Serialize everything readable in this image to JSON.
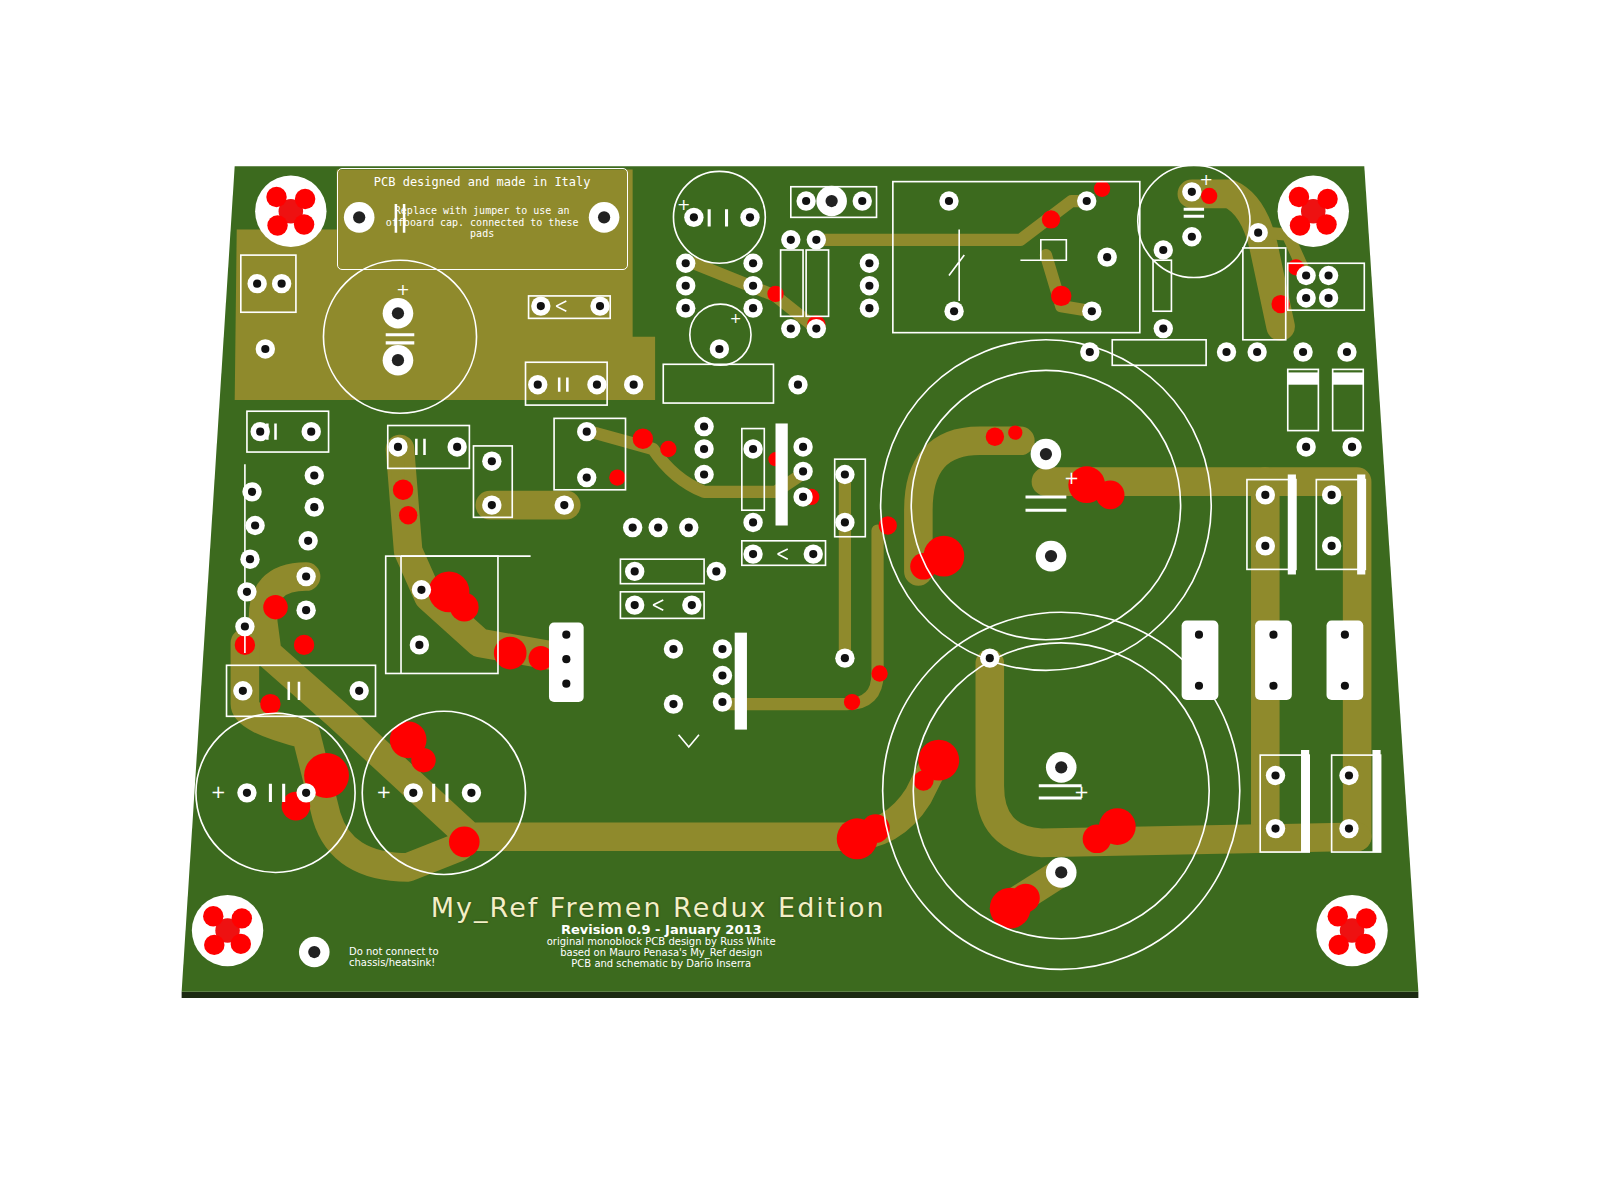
{
  "diagram": {
    "title": "My_Ref Fremen Redux Edition",
    "nodes": [
      {
        "text": [
          "PCB designed and made in Italy",
          "Replace with jumper to use an offboard cap. connected to these pads"
        ]
      }
    ],
    "labels": [
      "Revision 0.9 - January 2013",
      "original monoblock PCB design by Russ White",
      "based on Mauro Penasa's My_Ref design",
      "PCB and schematic by Dario Inserra",
      "Do not connect to chassis/heatsink!",
      "+",
      "+",
      "+",
      "+",
      "+",
      "+",
      "+",
      "+"
    ]
  }
}
